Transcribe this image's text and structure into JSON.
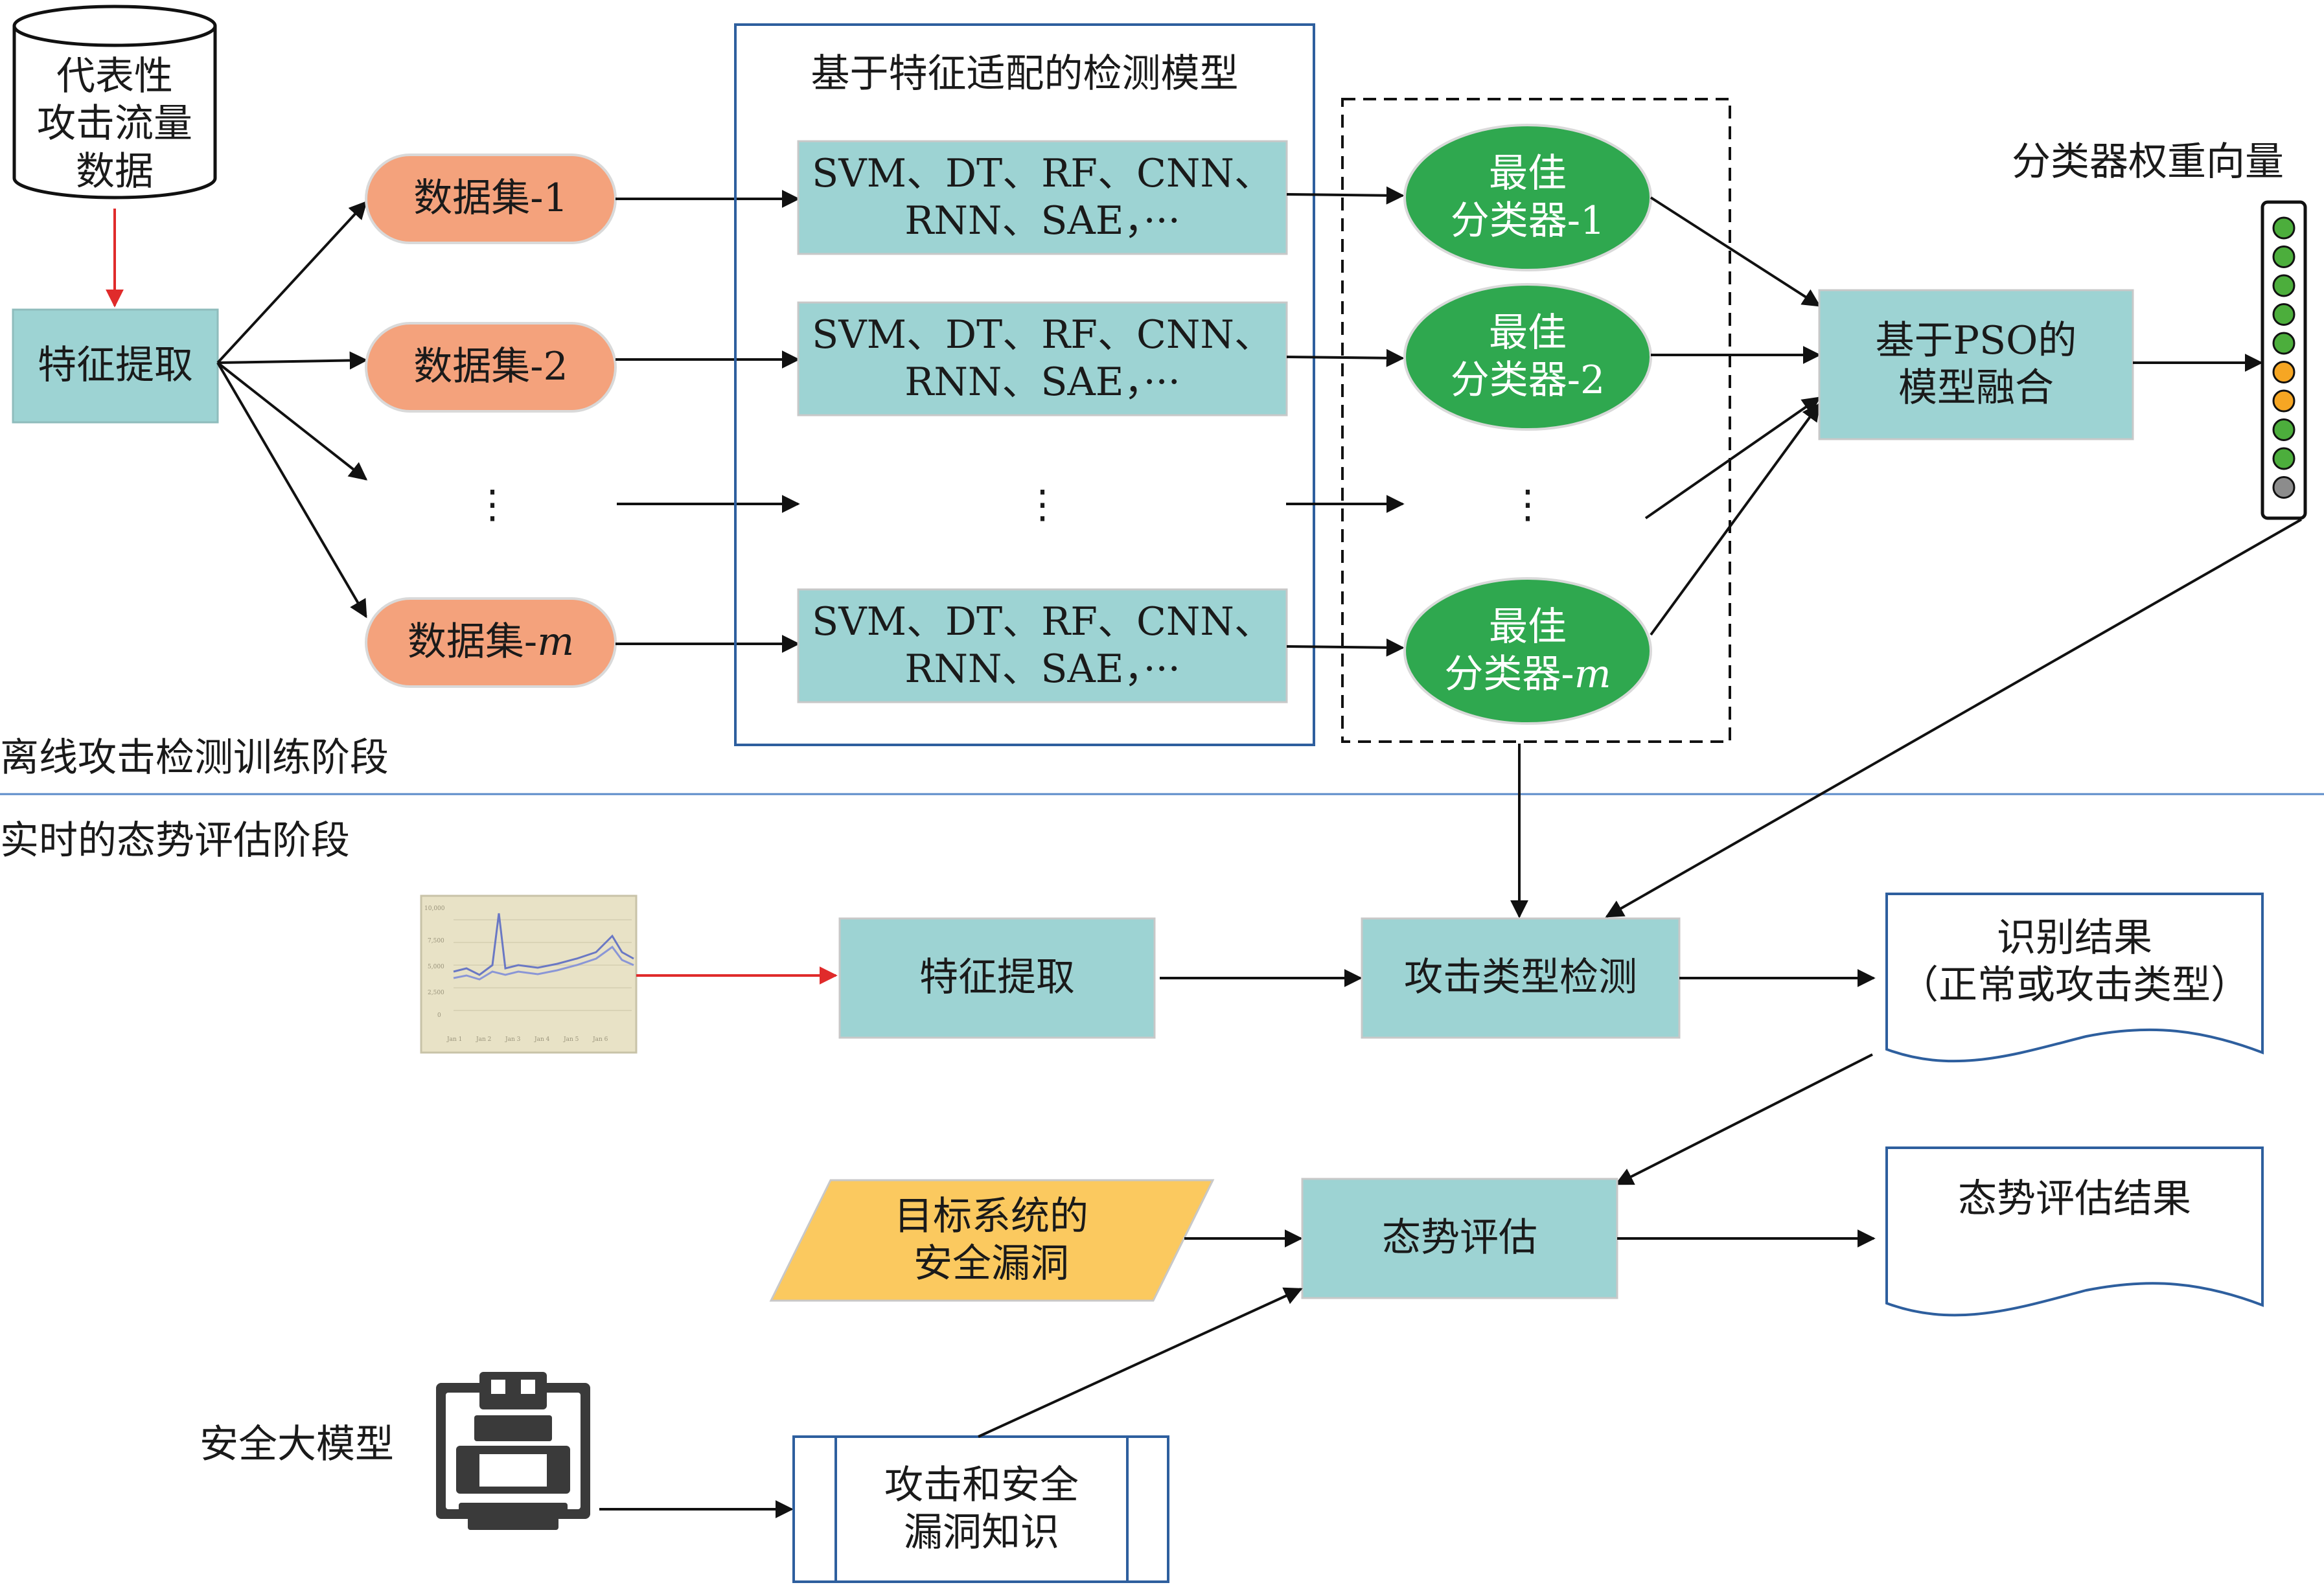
{
  "training": {
    "database": [
      "代表性",
      "攻击流量",
      "数据"
    ],
    "feature_extraction": "特征提取",
    "datasets": [
      {
        "prefix": "数据集-",
        "suffix": "1"
      },
      {
        "prefix": "数据集-",
        "suffix": "2"
      },
      {
        "prefix": "数据集-",
        "suffix": "m"
      }
    ],
    "ellipsis": "⋮",
    "detection_group_title": "基于特征适配的检测模型",
    "model_lines": [
      "SVM、DT、RF、CNN、",
      "RNN、SAE，···"
    ],
    "best_prefix": "最佳",
    "classifiers": [
      {
        "prefix": "分类器-",
        "suffix": "1"
      },
      {
        "prefix": "分类器-",
        "suffix": "2"
      },
      {
        "prefix": "分类器-",
        "suffix": "m"
      }
    ],
    "fusion": [
      "基于PSO的",
      "模型融合"
    ],
    "weight_vector_label": "分类器权重向量",
    "weight_vector_colors": [
      "#4cae3c",
      "#4cae3c",
      "#4cae3c",
      "#4cae3c",
      "#4cae3c",
      "#f6a623",
      "#f6a623",
      "#4cae3c",
      "#4cae3c",
      "#8c8c8c"
    ],
    "stage_label": "离线攻击检测训练阶段"
  },
  "realtime": {
    "stage_label": "实时的态势评估阶段",
    "feature_extraction": "特征提取",
    "attack_detection": "攻击类型检测",
    "result": [
      "识别结果",
      "（正常或攻击类型）"
    ],
    "vulnerabilities": [
      "目标系统的",
      "安全漏洞"
    ],
    "assessment": "态势评估",
    "assessment_result": "态势评估结果",
    "llm_label": "安全大模型",
    "knowledge": [
      "攻击和安全",
      "漏洞知识"
    ]
  },
  "colors": {
    "teal_box": "#9dd3d3",
    "orange_pill": "#f4a27c",
    "green_ellipse": "#2fa84f",
    "yellow_parallelogram": "#fbc95f",
    "frame_blue": "#2e5f9e",
    "red_arrow": "#e02b2b",
    "divider": "#5b8bc9"
  }
}
